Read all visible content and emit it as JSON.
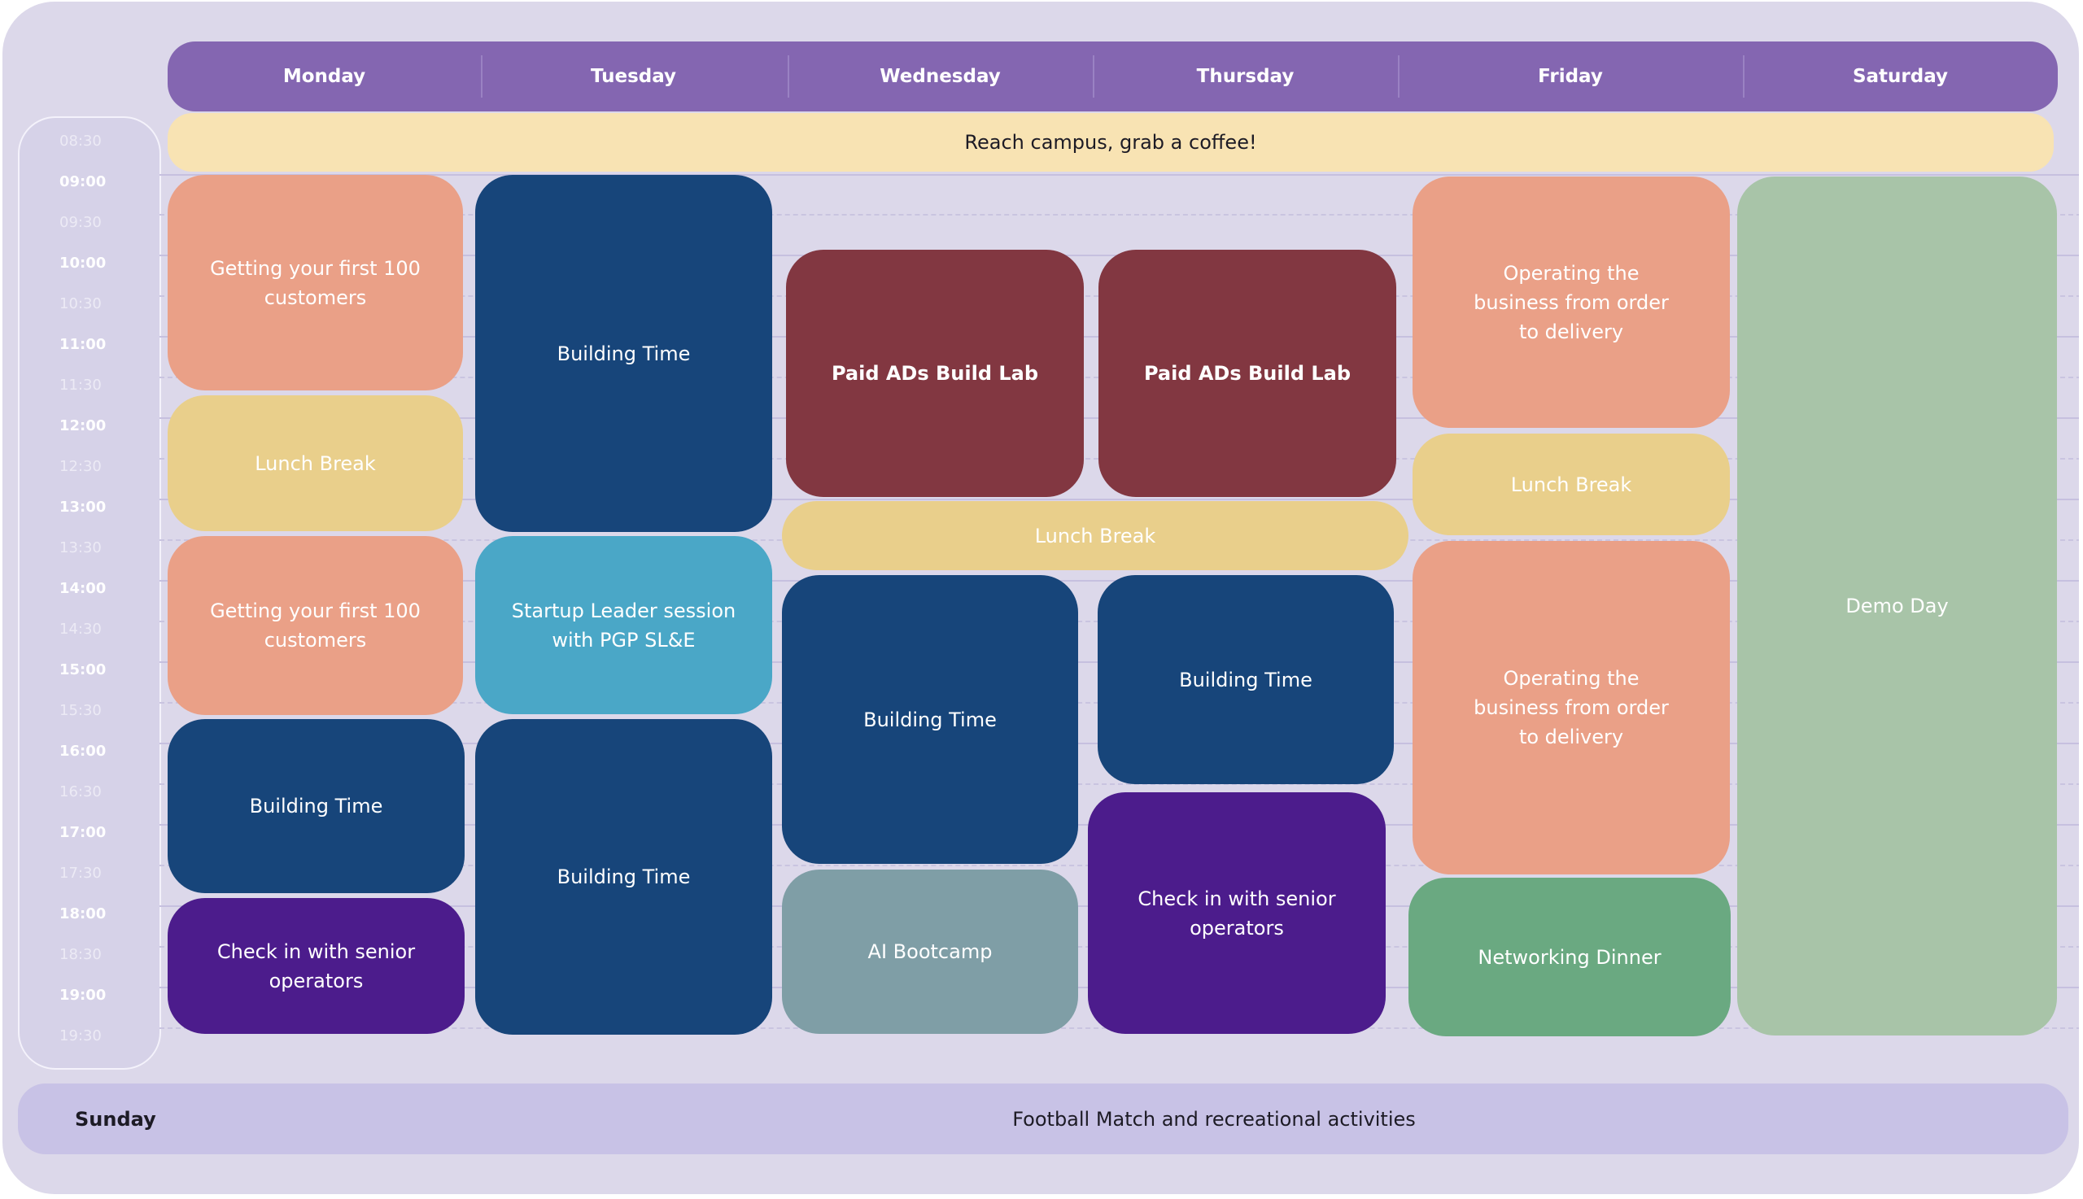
{
  "days": [
    "Monday",
    "Tuesday",
    "Wednesday",
    "Thursday",
    "Friday",
    "Saturday"
  ],
  "times": [
    "08:30",
    "09:00",
    "09:30",
    "10:00",
    "10:30",
    "11:00",
    "11:30",
    "12:00",
    "12:30",
    "13:00",
    "13:30",
    "14:00",
    "14:30",
    "15:00",
    "15:30",
    "16:00",
    "16:30",
    "17:00",
    "17:30",
    "18:00",
    "18:30",
    "19:00",
    "19:30"
  ],
  "banner": "Reach campus, grab a coffee!",
  "events": {
    "mon_1": "Getting your first 100 customers",
    "mon_lunch": "Lunch Break",
    "mon_2": "Getting your first 100 customers",
    "mon_build": "Building Time",
    "mon_check": "Check in with senior operators",
    "tue_build1": "Building Time",
    "tue_startup": "Startup Leader session with PGP SL&E",
    "tue_build2": "Building Time",
    "wed_ads": "Paid ADs Build Lab",
    "thu_ads": "Paid ADs Build Lab",
    "wedthu_lunch": "Lunch Break",
    "wed_build": "Building Time",
    "wed_ai": "AI Bootcamp",
    "thu_build": "Building Time",
    "thu_check": "Check in with senior operators",
    "fri_op1": "Operating the business from order to delivery",
    "fri_lunch": "Lunch Break",
    "fri_op2": "Operating the business from order to delivery",
    "fri_dinner": "Networking Dinner",
    "sat_demo": "Demo Day"
  },
  "sunday": {
    "label": "Sunday",
    "text": "Football Match and recreational activities"
  },
  "colors": {
    "header": "#8466b1",
    "coral": "#eaa087",
    "sand": "#e9cf8b",
    "navy": "#17457a",
    "maroon": "#823741",
    "teal": "#4aa7c7",
    "purple": "#4c1c8c",
    "slate": "#7f9ea6",
    "green": "#6aa981",
    "sage": "#a8c4a8",
    "banner": "#f8e3b3"
  }
}
